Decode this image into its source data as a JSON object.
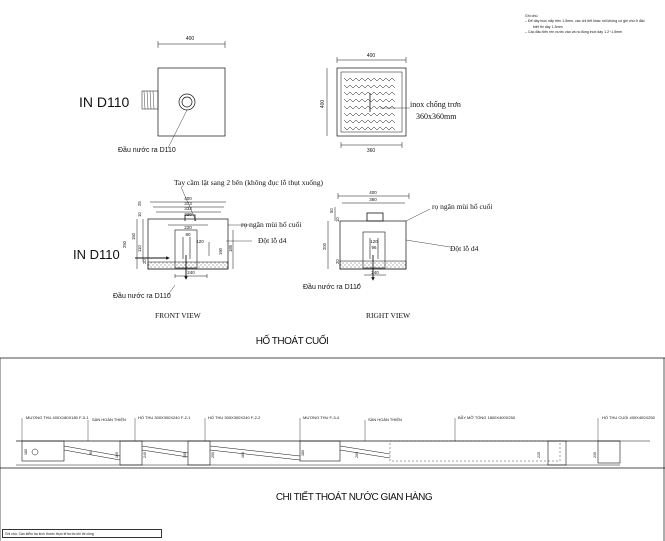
{
  "notes": {
    "title": "Ghi chú:",
    "lines": [
      "– Đế dày inox nắp trên 1.5mm, các chi tiết khác nối không có ghi chú ở đặc",
      "biệt thì dày 1.5mm",
      "– Các đầu tiện ren nước vào và ra đúng inox dày 1.2~1.5mm"
    ]
  },
  "plan": {
    "label_in": "IN D110",
    "dim_top": "400",
    "outlet_label": "Đầu nước ra D110"
  },
  "grate": {
    "dim_top": "400",
    "dim_side": "400",
    "dim_bottom": "360",
    "label_line1": "inox chống trơn",
    "label_line2": "360x360mm"
  },
  "front": {
    "handle_note": "Tay cầm lật sang 2 bên (không đục lỗ thụt xuống)",
    "dims_top": [
      "400",
      "373",
      "333",
      "220"
    ],
    "dims_inner": [
      "220",
      "80",
      "120"
    ],
    "dims_left": [
      "25",
      "10",
      "150",
      "250",
      "110",
      "20"
    ],
    "dims_right": [
      "185",
      "190"
    ],
    "dim_bottom": "240",
    "label_in": "IN D110",
    "label_ro": "rọ ngăn mùi hố cuối",
    "label_hole": "Đột lỗ d4",
    "outlet_label": "Đầu nước ra D110",
    "caption": "FRONT VIEW"
  },
  "right": {
    "dims_top": [
      "400",
      "360"
    ],
    "dims_inner": [
      "120",
      "96"
    ],
    "dims_left": [
      "50",
      "10",
      "200",
      "20"
    ],
    "dim_bottom": "240",
    "label_ro": "rọ ngăn mùi hố cuối",
    "label_hole": "Đột lỗ d4",
    "outlet_label": "Đầu nước ra D110",
    "caption": "RIGHT  VIEW"
  },
  "section_title_1": "HỐ THOÁT CUỐI",
  "profile": {
    "labels": [
      "MƯƠNG THU 400X180X180 F-3-1",
      "SÀN HOÀN THIỆN",
      "HỐ THU 300X300X240 F-2-1",
      "HỐ THU 300X300X240 F-2-2",
      "MƯƠNG THU F-3-4",
      "SÀN HOÀN THIỆN",
      "BẪY MỠ TỔNG 1800X400X250",
      "HỐ THU CUỐI 400X400X250"
    ],
    "dims": [
      "180",
      "90",
      "100",
      "240",
      "100",
      "200",
      "180",
      "180",
      "200",
      "215",
      "230"
    ]
  },
  "section_title_2": "CHI TIẾT THOÁT NƯỚC GIAN HÀNG",
  "footnote": "Ghi chú: Cần kiểm tra kích thước thực tế trước khi thi công"
}
